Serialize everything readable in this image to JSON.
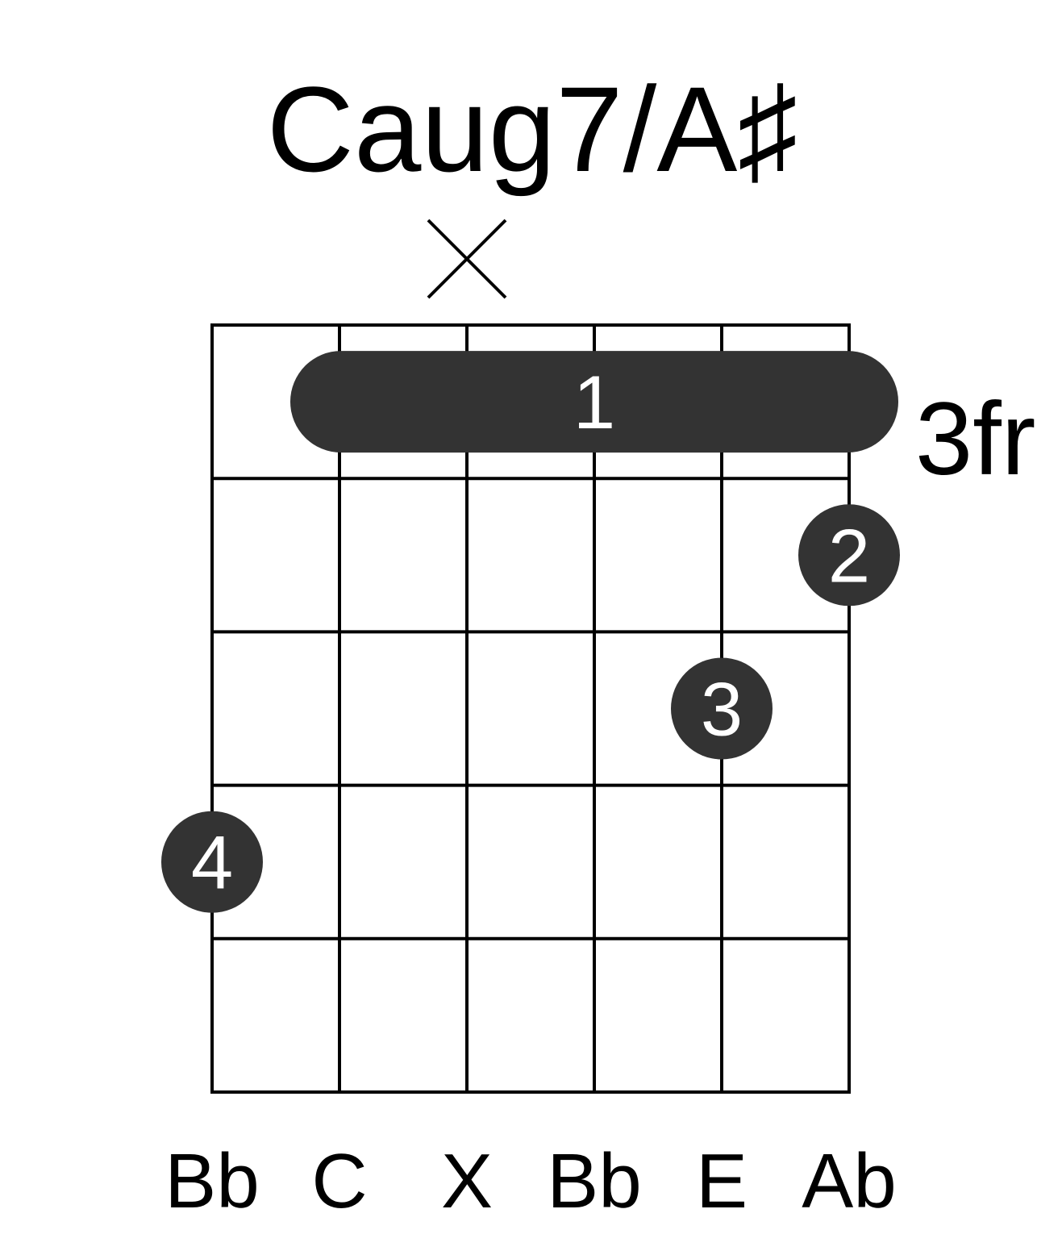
{
  "chord": {
    "name": "Caug7/A♯",
    "fret_label": "3fr"
  },
  "diagram": {
    "strings": 6,
    "frets_shown": 5,
    "string_states": [
      "",
      "",
      "x",
      "",
      "",
      ""
    ],
    "note_names": [
      "Bb",
      "C",
      "X",
      "Bb",
      "E",
      "Ab"
    ],
    "barre": {
      "fret": 1,
      "from_string": 2,
      "to_string": 6,
      "finger": "1"
    },
    "fingers": [
      {
        "string": 6,
        "fret": 2,
        "finger": "2"
      },
      {
        "string": 5,
        "fret": 3,
        "finger": "3"
      },
      {
        "string": 1,
        "fret": 4,
        "finger": "4"
      }
    ]
  },
  "colors": {
    "grid": "#000000",
    "dot": "#333333",
    "dot_text": "#ffffff",
    "text": "#000000"
  }
}
